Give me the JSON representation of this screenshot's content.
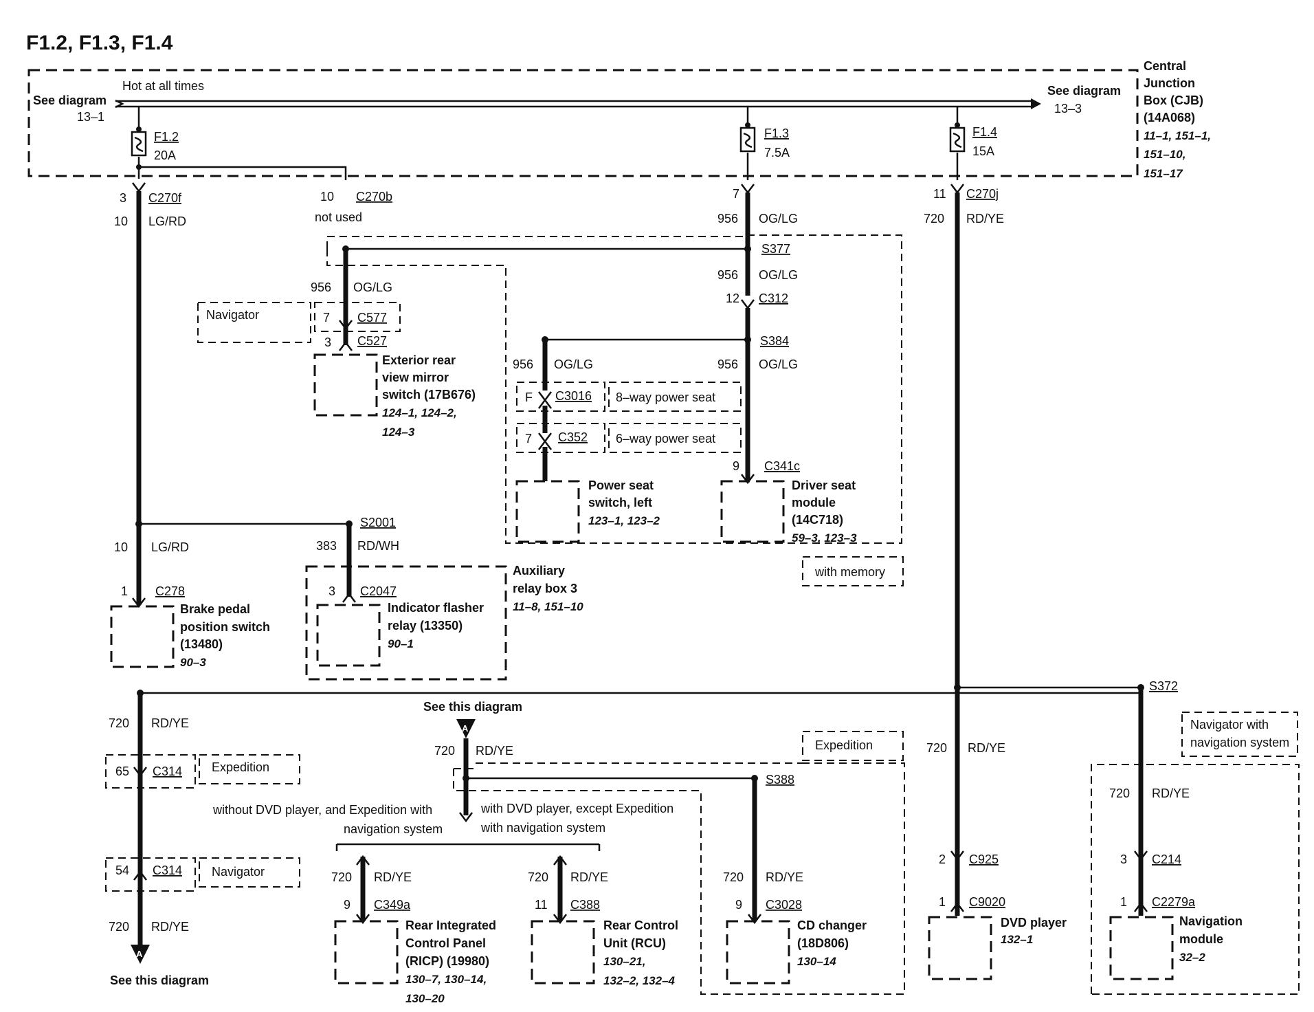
{
  "title": "F1.2, F1.3, F1.4",
  "cjb": {
    "label1": "Central",
    "label2": "Junction",
    "label3": "Box (CJB)",
    "label4": "(14A068)",
    "refs1": "11–1, 151–1,",
    "refs2": "151–10,",
    "refs3": "151–17",
    "hot": "Hot at all times",
    "see_left": "See diagram",
    "see_left_ref": "13–1",
    "see_right": "See diagram",
    "see_right_ref": "13–3"
  },
  "fuses": [
    {
      "name": "F1.2",
      "rating": "20A"
    },
    {
      "name": "F1.3",
      "rating": "7.5A"
    },
    {
      "name": "F1.4",
      "rating": "15A"
    }
  ],
  "labels": {
    "pin3": "3",
    "c270f": "C270f",
    "cir10": "10",
    "lgrd": "LG/RD",
    "pin10": "10",
    "c270b": "C270b",
    "not_used": "not used",
    "pin7": "7",
    "cir956": "956",
    "oglg": "OG/LG",
    "c270j": "C270j",
    "pin11": "11",
    "cir720": "720",
    "rdye": "RD/YE",
    "s377": "S377",
    "pin12": "12",
    "c312": "C312",
    "s384": "S384",
    "navigator": "Navigator",
    "c577": "C577",
    "c527": "C527",
    "mirror1": "Exterior rear",
    "mirror2": "view mirror",
    "mirror3": "switch (17B676)",
    "mirror_ref1": "124–1, 124–2,",
    "mirror_ref2": "124–3",
    "pinF": "F",
    "c3016": "C3016",
    "eight_way": "8–way power seat",
    "c352": "C352",
    "six_way": "6–way power seat",
    "pin9": "9",
    "c341c": "C341c",
    "pss1": "Power seat",
    "pss2": "switch, left",
    "pss_ref": "123–1, 123–2",
    "dsm1": "Driver seat",
    "dsm2": "module",
    "dsm3": "(14C718)",
    "dsm_ref": "59–3, 123–3",
    "with_memory": "with memory",
    "s2001": "S2001",
    "cir383": "383",
    "rdwh": "RD/WH",
    "pin1": "1",
    "c278": "C278",
    "bpp1": "Brake pedal",
    "bpp2": "position switch",
    "bpp3": "(13480)",
    "bpp_ref": "90–3",
    "c2047": "C2047",
    "ifr1": "Indicator flasher",
    "ifr2": "relay (13350)",
    "ifr_ref": "90–1",
    "arb1": "Auxiliary",
    "arb2": "relay box 3",
    "arb_ref": "11–8, 151–10",
    "s372": "S372",
    "see_this_top": "See this diagram",
    "see_this_bottom": "See this diagram",
    "connector_a": "A",
    "pin65": "65",
    "c314": "C314",
    "expedition": "Expedition",
    "pin54": "54",
    "s388": "S388",
    "without_dvd1": "without DVD player, and Expedition with",
    "without_dvd2": "navigation system",
    "with_dvd1": "with DVD player, except Expedition",
    "with_dvd2": "with navigation system",
    "c349a": "C349a",
    "c388": "C388",
    "c3028": "C3028",
    "ricp1": "Rear Integrated",
    "ricp2": "Control Panel",
    "ricp3": "(RICP) (19980)",
    "ricp_ref1": "130–7, 130–14,",
    "ricp_ref2": "130–20",
    "rcu1": "Rear Control",
    "rcu2": "Unit (RCU)",
    "rcu_ref1": "130–21,",
    "rcu_ref2": "132–2, 132–4",
    "cd1": "CD changer",
    "cd2": "(18D806)",
    "cd_ref": "130–14",
    "pin2": "2",
    "c925": "C925",
    "c9020": "C9020",
    "dvd": "DVD player",
    "dvd_ref": "132–1",
    "nav_with1": "Navigator with",
    "nav_with2": "navigation system",
    "c214": "C214",
    "c2279a": "C2279a",
    "navmod1": "Navigation",
    "navmod2": "module",
    "navmod_ref": "32–2"
  }
}
